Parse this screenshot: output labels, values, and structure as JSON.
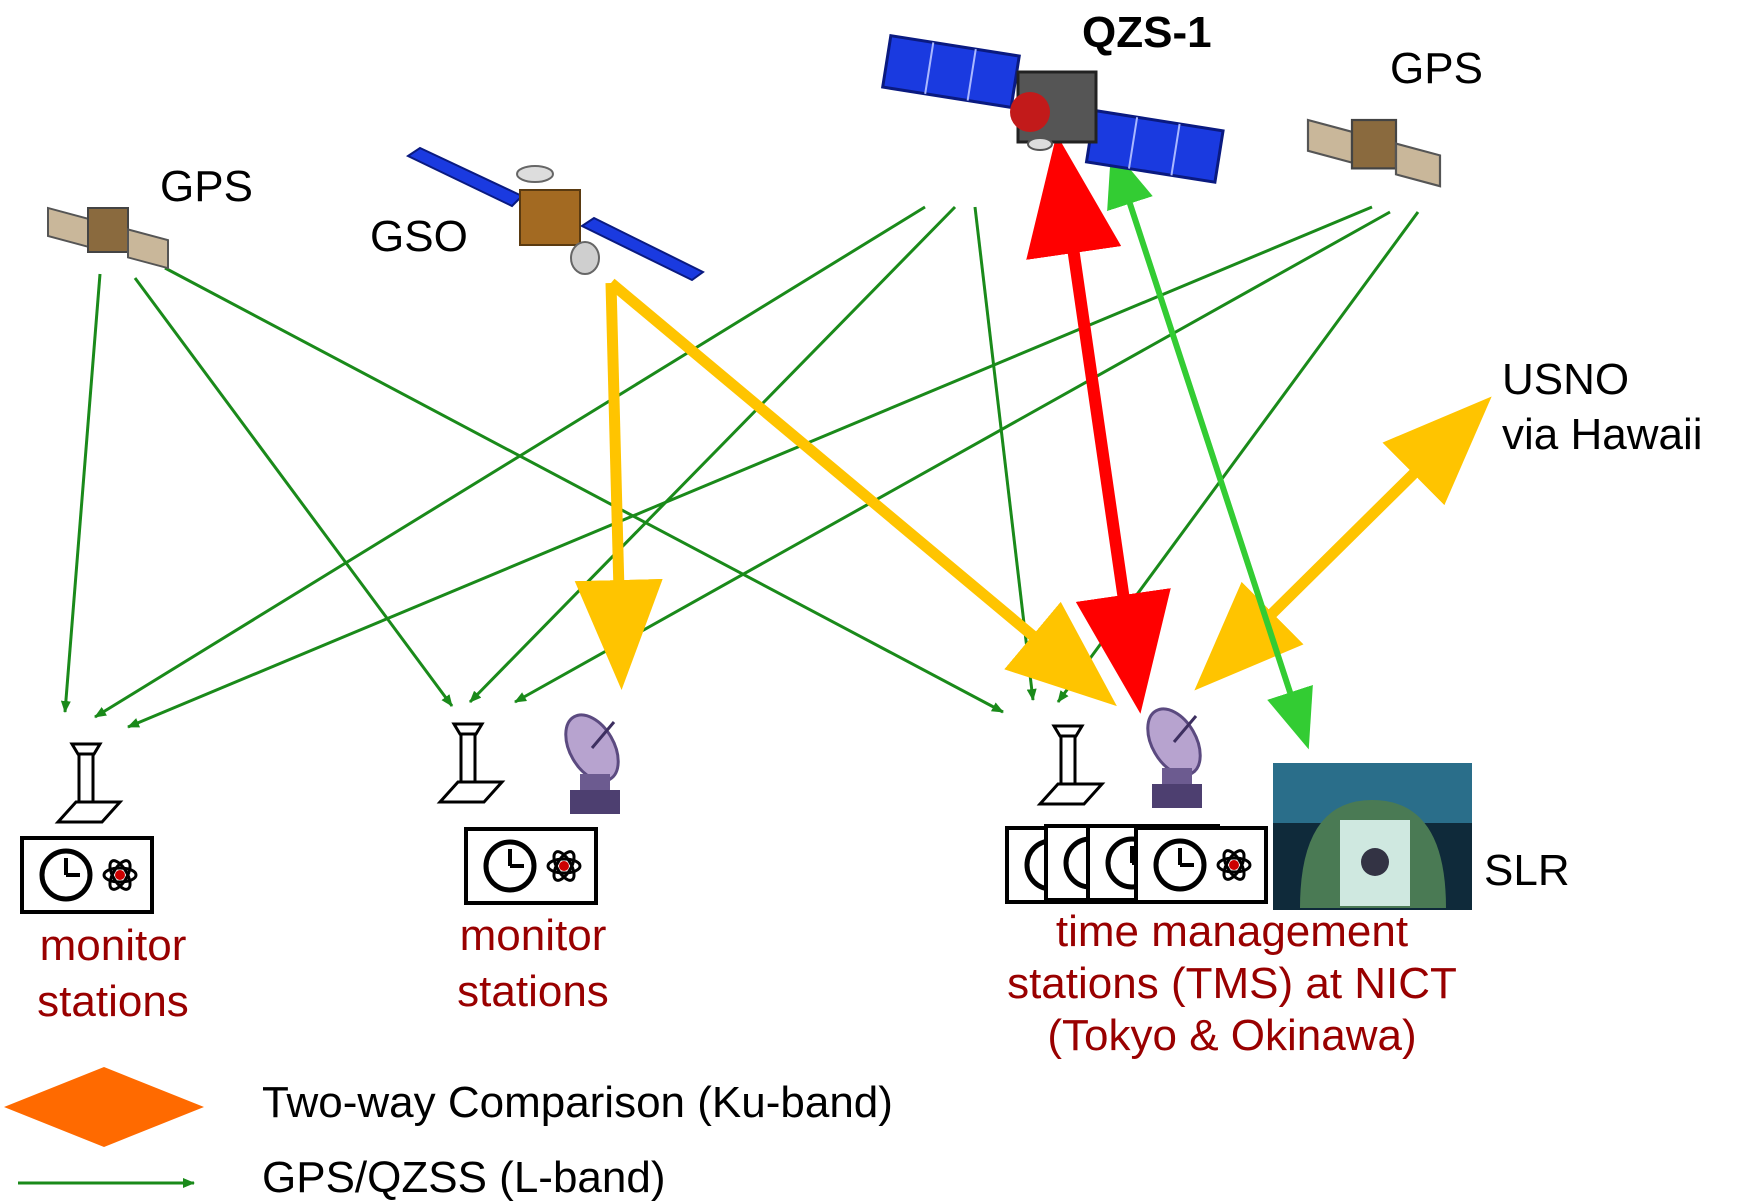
{
  "satellites": {
    "qzs1": "QZS-1",
    "gps_left": "GPS",
    "gps_right": "GPS",
    "gso": "GSO"
  },
  "remote": {
    "line1": "USNO",
    "line2": "via Hawaii"
  },
  "stations": {
    "left": {
      "line1": "monitor",
      "line2": "stations"
    },
    "middle": {
      "line1": "monitor",
      "line2": "stations"
    },
    "tms": {
      "line1": "time management",
      "line2": "stations (TMS) at NICT",
      "line3": "(Tokyo & Okinawa)"
    },
    "slr": "SLR"
  },
  "legend": {
    "twoway": "Two-way Comparison (Ku-band)",
    "lband": "GPS/QZSS (L-band)"
  },
  "colors": {
    "lband_green": "#1a8a1a",
    "ku_yellow": "#ffc400",
    "qzs_red": "#ff0000",
    "slr_green": "#33cc33",
    "legend_orange": "#ff6a00",
    "station_label": "#990000",
    "solar_panel": "#1a3ae0"
  }
}
